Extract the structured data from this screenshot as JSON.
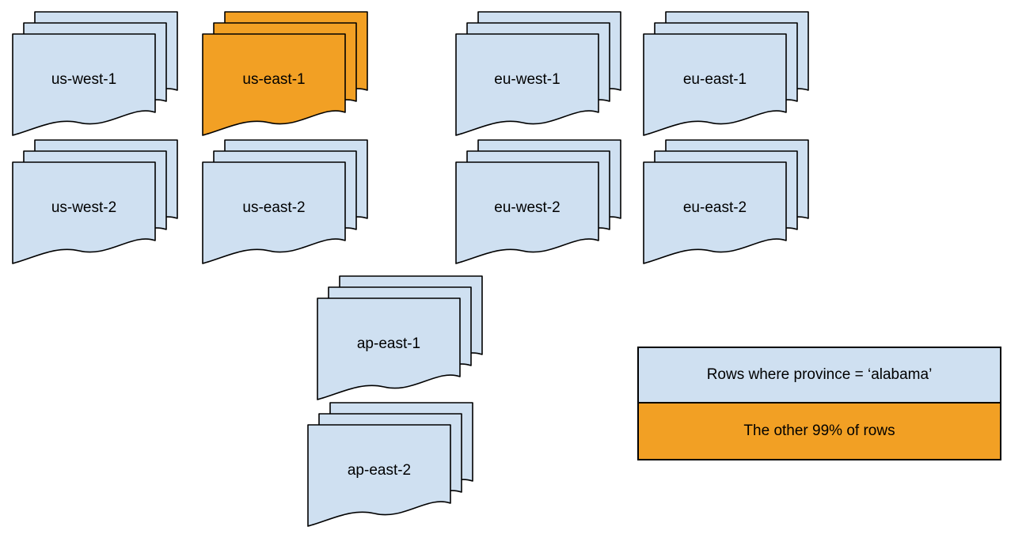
{
  "colors": {
    "region_fill": "#cfe0f1",
    "highlight_fill": "#f2a024",
    "stroke": "#000000",
    "text": "#000000",
    "background": "#ffffff"
  },
  "stacks": [
    {
      "id": "us-west-1",
      "label": "us-west-1",
      "highlight": false
    },
    {
      "id": "us-east-1",
      "label": "us-east-1",
      "highlight": true
    },
    {
      "id": "eu-west-1",
      "label": "eu-west-1",
      "highlight": false
    },
    {
      "id": "eu-east-1",
      "label": "eu-east-1",
      "highlight": false
    },
    {
      "id": "us-west-2",
      "label": "us-west-2",
      "highlight": false
    },
    {
      "id": "us-east-2",
      "label": "us-east-2",
      "highlight": false
    },
    {
      "id": "eu-west-2",
      "label": "eu-west-2",
      "highlight": false
    },
    {
      "id": "eu-east-2",
      "label": "eu-east-2",
      "highlight": false
    },
    {
      "id": "ap-east-1",
      "label": "ap-east-1",
      "highlight": false
    },
    {
      "id": "ap-east-2",
      "label": "ap-east-2",
      "highlight": false
    }
  ],
  "legend": {
    "items": [
      {
        "label": "Rows where province = ‘alabama’",
        "highlight": false
      },
      {
        "label": "The other 99% of rows",
        "highlight": true
      }
    ]
  }
}
